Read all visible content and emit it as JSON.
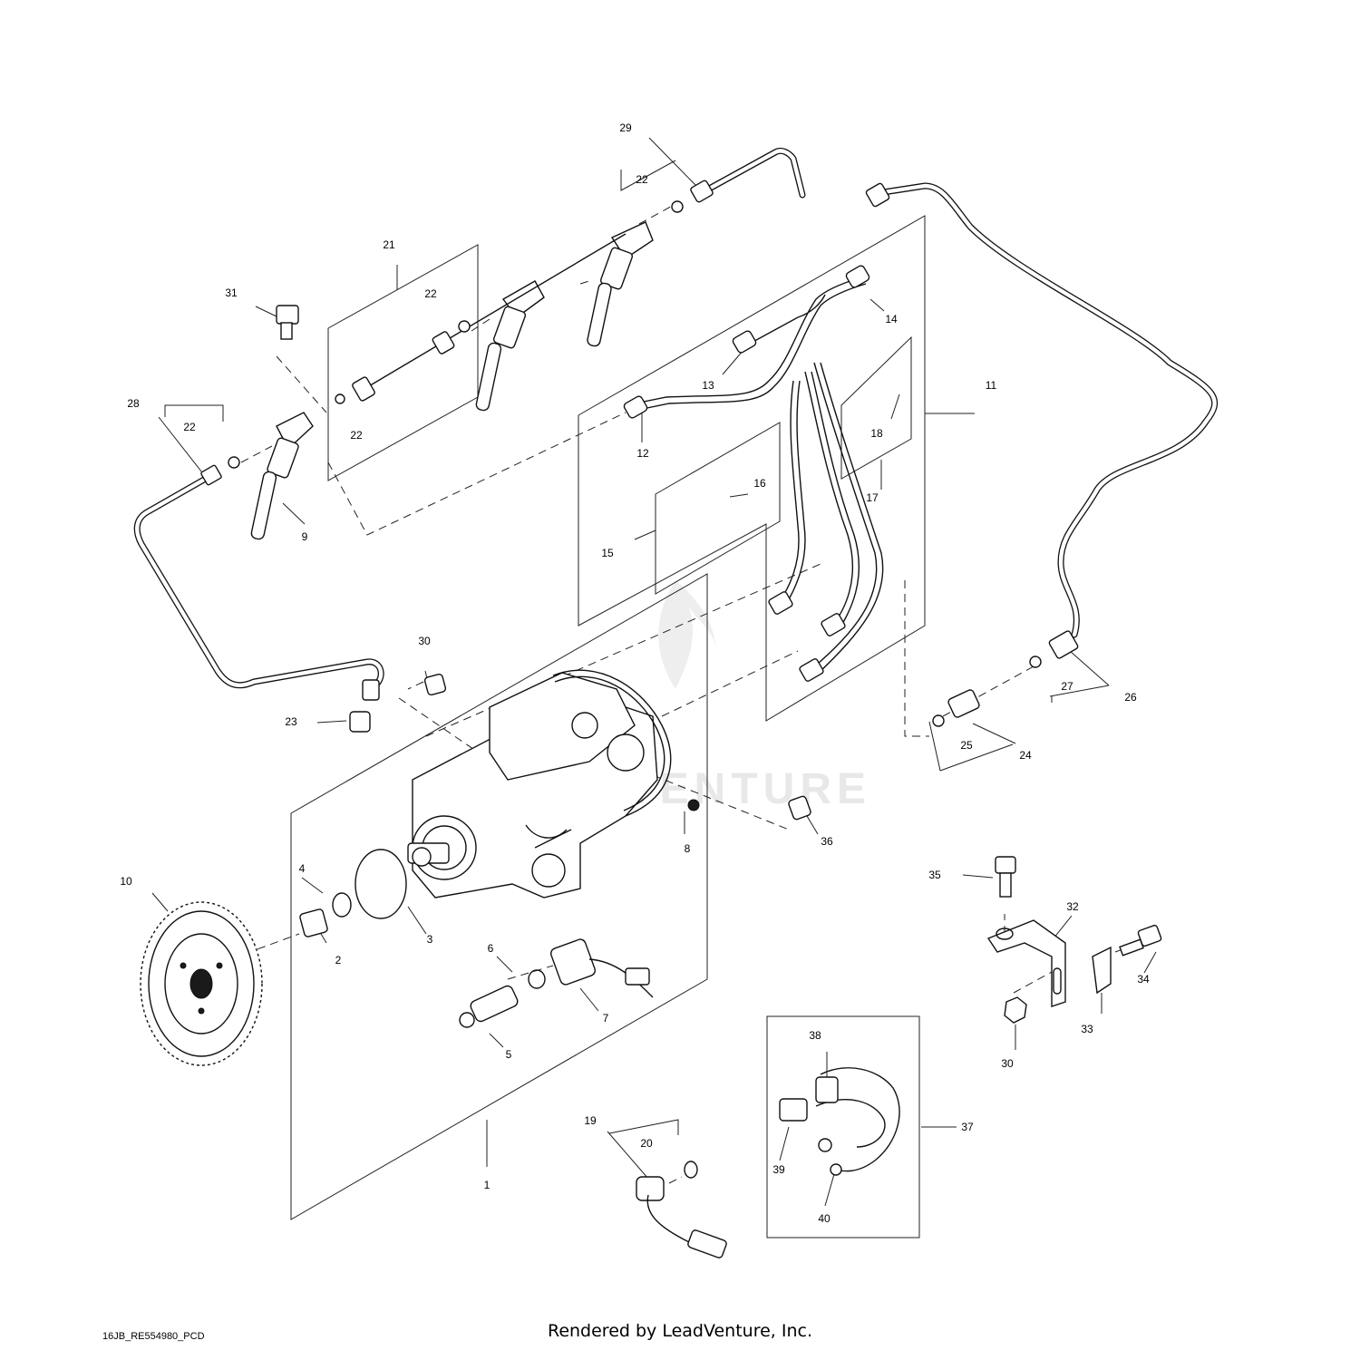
{
  "watermark": {
    "text": "LEADVENTURE"
  },
  "callouts": {
    "c1": "1",
    "c2": "2",
    "c3": "3",
    "c4": "4",
    "c5": "5",
    "c6": "6",
    "c7": "7",
    "c8": "8",
    "c9": "9",
    "c10": "10",
    "c11": "11",
    "c12": "12",
    "c13": "13",
    "c14": "14",
    "c15": "15",
    "c16": "16",
    "c17": "17",
    "c18": "18",
    "c19": "19",
    "c20": "20",
    "c21": "21",
    "c22a": "22",
    "c22b": "22",
    "c22c": "22",
    "c22d": "22",
    "c23": "23",
    "c24": "24",
    "c25": "25",
    "c26": "26",
    "c27": "27",
    "c28": "28",
    "c29": "29",
    "c30a": "30",
    "c30b": "30",
    "c31": "31",
    "c32": "32",
    "c33": "33",
    "c34": "34",
    "c35": "35",
    "c36": "36",
    "c37": "37",
    "c38": "38",
    "c39": "39",
    "c40": "40"
  },
  "footer": {
    "drawing_code": "16JB_RE554980_PCD",
    "rendered_by": "Rendered by LeadVenture, Inc."
  }
}
